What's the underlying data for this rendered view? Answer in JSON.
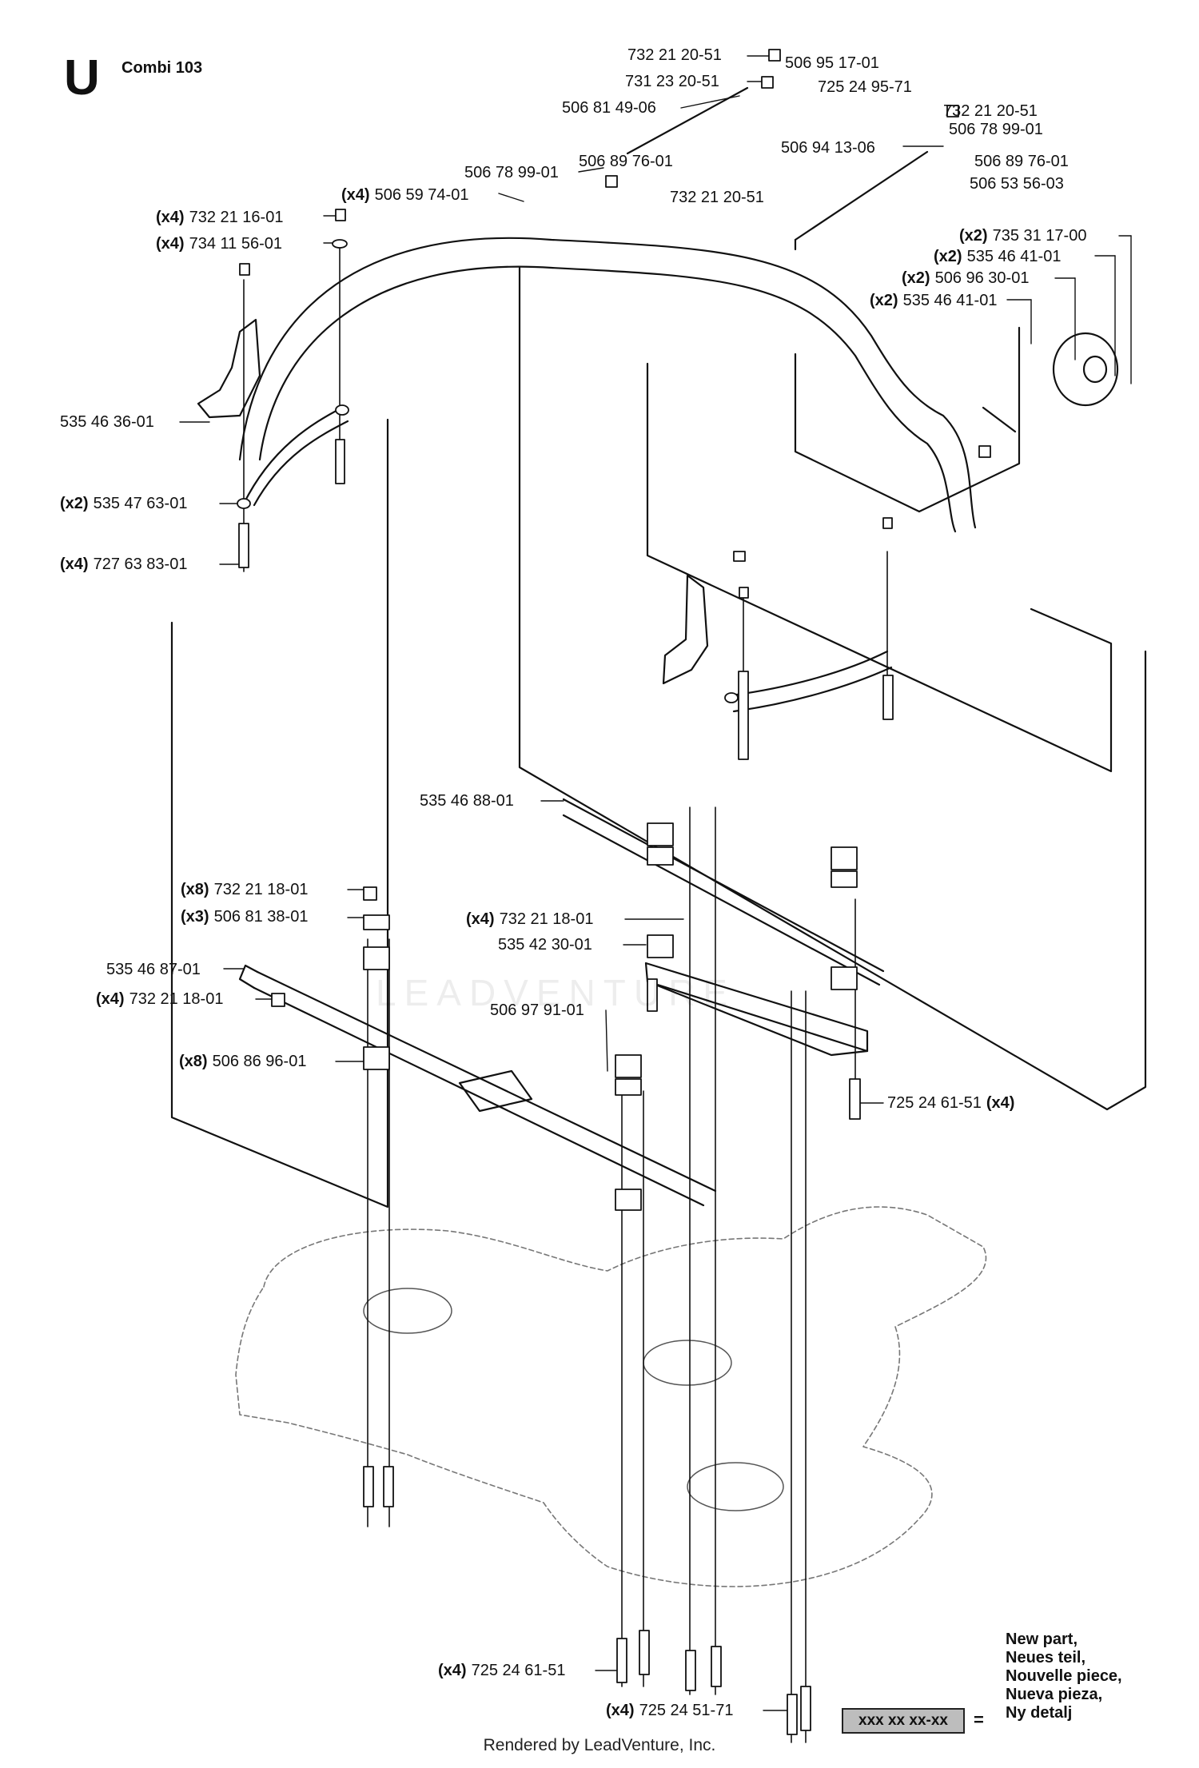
{
  "section_letter": "U",
  "section_title": "Combi 103",
  "watermark": "LEADVENTURE",
  "callouts": [
    {
      "qty": "",
      "part": "732 21 20-51"
    },
    {
      "qty": "",
      "part": "506 95 17-01"
    },
    {
      "qty": "",
      "part": "731 23 20-51"
    },
    {
      "qty": "",
      "part": "725 24 95-71"
    },
    {
      "qty": "",
      "part": "506 81 49-06"
    },
    {
      "qty": "",
      "part": "732 21 20-51"
    },
    {
      "qty": "",
      "part": "506 78 99-01"
    },
    {
      "qty": "",
      "part": "506 94 13-06"
    },
    {
      "qty": "",
      "part": "506 89 76-01"
    },
    {
      "qty": "",
      "part": "506 89 76-01"
    },
    {
      "qty": "",
      "part": "506 78 99-01"
    },
    {
      "qty": "",
      "part": "506 53 56-03"
    },
    {
      "qty": "",
      "part": "732 21 20-51"
    },
    {
      "qty": "(x4)",
      "part": "506 59 74-01"
    },
    {
      "qty": "(x4)",
      "part": "732 21 16-01"
    },
    {
      "qty": "(x4)",
      "part": "734 11 56-01"
    },
    {
      "qty": "(x2)",
      "part": "735 31 17-00"
    },
    {
      "qty": "(x2)",
      "part": "535 46 41-01"
    },
    {
      "qty": "(x2)",
      "part": "506 96 30-01"
    },
    {
      "qty": "(x2)",
      "part": "535 46 41-01"
    },
    {
      "qty": "",
      "part": "535 46 36-01"
    },
    {
      "qty": "(x2)",
      "part": "535 47 63-01"
    },
    {
      "qty": "(x4)",
      "part": "727 63 83-01"
    },
    {
      "qty": "",
      "part": "535 46 88-01"
    },
    {
      "qty": "(x8)",
      "part": "732 21 18-01"
    },
    {
      "qty": "(x3)",
      "part": "506 81 38-01"
    },
    {
      "qty": "(x4)",
      "part": "732 21 18-01"
    },
    {
      "qty": "",
      "part": "535 42 30-01"
    },
    {
      "qty": "",
      "part": "535 46 87-01"
    },
    {
      "qty": "(x4)",
      "part": "732 21 18-01"
    },
    {
      "qty": "",
      "part": "506 97 91-01"
    },
    {
      "qty": "(x8)",
      "part": "506 86 96-01"
    },
    {
      "qty": "(x4)",
      "part": "725 24 61-51"
    },
    {
      "qty": "(x4)",
      "part": "725 24 61-51"
    },
    {
      "qty": "(x4)",
      "part": "725 24 51-71"
    }
  ],
  "legend": {
    "lines": [
      "New part,",
      "Neues teil,",
      "Nouvelle piece,",
      "Nueva pieza,",
      "Ny detalj"
    ],
    "sample": "xxx xx xx-xx",
    "equals": "="
  },
  "footer": "Rendered by LeadVenture, Inc."
}
